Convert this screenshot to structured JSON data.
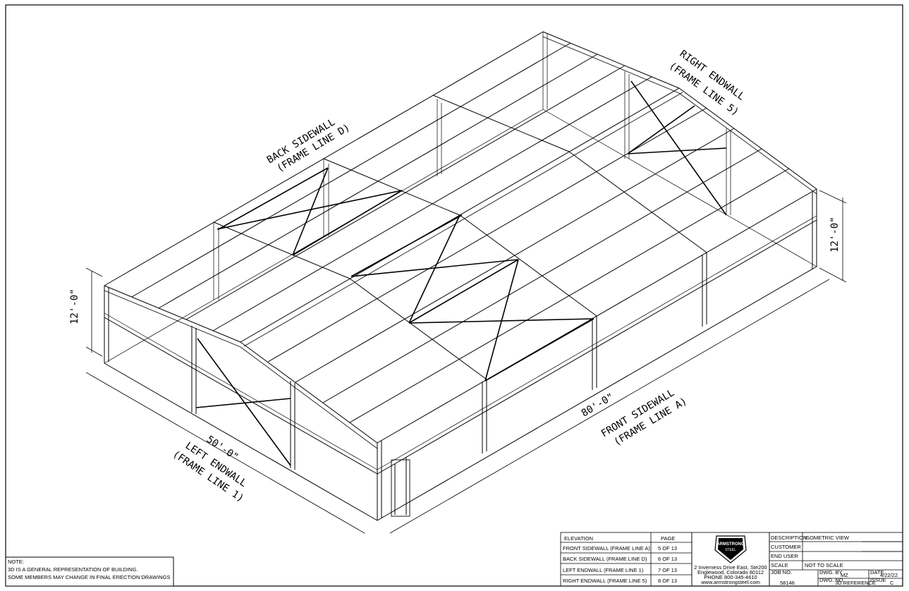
{
  "drawing": {
    "labels": {
      "back_sidewall": "BACK SIDEWALL",
      "back_frame": "(FRAME LINE D)",
      "right_endwall": "RIGHT ENDWALL",
      "right_frame": "(FRAME LINE 5)",
      "front_sidewall": "FRONT SIDEWALL",
      "front_frame": "(FRAME LINE A)",
      "left_endwall": "LEFT ENDWALL",
      "left_frame": "(FRAME LINE 1)"
    },
    "dimensions": {
      "length": "80'-0\"",
      "width": "50'-0\"",
      "height_left": "12'-0\"",
      "height_right": "12'-0\""
    }
  },
  "note": {
    "heading": "NOTE:",
    "line1": "3D IS A GENERAL REPRESENTATION OF BUILDING.",
    "line2": "SOME MEMBERS MAY CHANGE IN FINAL ERECTION DRAWINGS"
  },
  "elevation_table": {
    "header_elevation": "ELEVATION",
    "header_page": "PAGE",
    "rows": [
      {
        "elevation": "FRONT SIDEWALL (FRAME LINE A)",
        "page": "5 OF 13"
      },
      {
        "elevation": "BACK SIDEWALL (FRAME LINE D)",
        "page": "6 OF 13"
      },
      {
        "elevation": "LEFT ENDWALL (FRAME LINE 1)",
        "page": "7 OF 13"
      },
      {
        "elevation": "RIGHT ENDWALL (FRAME LINE 5)",
        "page": "8 OF 13"
      }
    ]
  },
  "company": {
    "logo_text_top": "ARMSTRONG",
    "logo_text_bottom": "STEEL",
    "address1": "2 Inverness Drive East, Ste200",
    "address2": "Englewood, Colorado 80112",
    "phone": "PHONE 800-345-4610",
    "website": "www.armstrongsteel.com"
  },
  "title_block": {
    "description_label": "DESCRIPTION",
    "description_value": "ISOMETRIC VIEW",
    "customer_label": "CUSTOMER",
    "customer_value": "",
    "end_user_label": "END USER",
    "end_user_value": "",
    "scale_label": "SCALE",
    "scale_value": "NOT TO SCALE",
    "job_no_label": "JOB NO.",
    "job_no_value": "58146",
    "drawn_by_label": "DWG. BY",
    "drawn_by_value": "MZ",
    "dwg_no_label": "DWG. NO.",
    "dwg_no_value": "3D REFERENCE",
    "date_label": "DATE",
    "date_value": "4/22/22",
    "issue_label": "ISSUE",
    "issue_value": "C"
  }
}
